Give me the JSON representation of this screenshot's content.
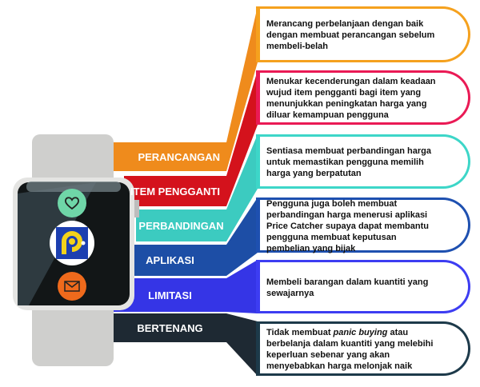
{
  "items": [
    {
      "label": "PERANCANGAN",
      "text": "Merancang perbelanjaan dengan baik dengan membuat perancangan sebelum membeli-belah",
      "color": "#ef8b1c",
      "border": "#f5a11e"
    },
    {
      "label": "ITEM PENGGANTI",
      "text": "Menukar kecenderungan  dalam keadaan wujud item pengganti bagi item yang menunjukkan peningkatan harga yang diluar kemampuan pengguna",
      "color": "#d4121c",
      "border": "#ea1a55"
    },
    {
      "label": "PERBANDINGAN",
      "text": "Sentiasa membuat perbandingan harga untuk memastikan pengguna memilih harga yang berpatutan",
      "color": "#3ccbc0",
      "border": "#3dd6c8"
    },
    {
      "label": "APLIKASI",
      "text": "Pengguna juga boleh membuat perbandingan harga menerusi aplikasi Price Catcher supaya dapat membantu pengguna membuat keputusan pembelian yang bijak",
      "color": "#1d4ea6",
      "border": "#1e50b0"
    },
    {
      "label": "LIMITASI",
      "text": "Membeli barangan dalam kuantiti yang sewajarnya",
      "color": "#3535e6",
      "border": "#3d3df2"
    },
    {
      "label": "BERTENANG",
      "text_pre": "Tidak membuat ",
      "text_em": "panic buying",
      "text_post": " atau berbelanja dalam kuantiti yang melebihi keperluan sebenar yang akan menyebabkan harga melonjak naik",
      "color": "#1e2933",
      "border": "#1d3a4a"
    }
  ]
}
